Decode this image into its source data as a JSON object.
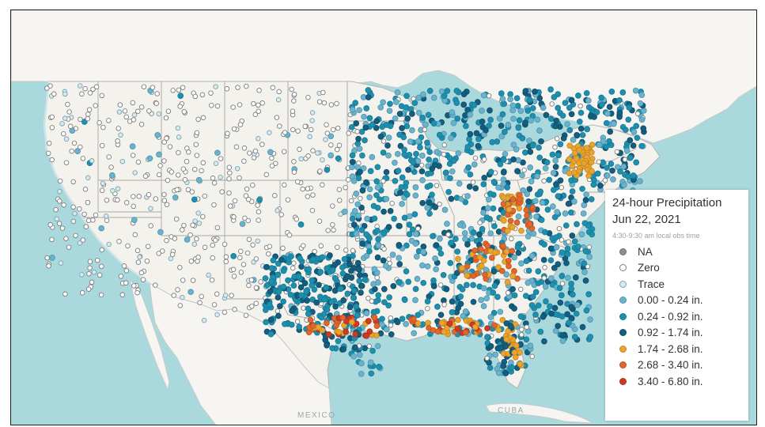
{
  "legend": {
    "title": "24-hour Precipitation",
    "date": "Jun 22, 2021",
    "subtitle": "4:30-9:30 am local obs time",
    "items": [
      {
        "label": "NA",
        "fill": "#8e8e8e",
        "stroke": "#6f6f6f"
      },
      {
        "label": "Zero",
        "fill": "#ffffff",
        "stroke": "#7d7d7d"
      },
      {
        "label": "Trace",
        "fill": "#d8e9ef",
        "stroke": "#7ea3b3"
      },
      {
        "label": "0.00 - 0.24 in.",
        "fill": "#6cb2ca",
        "stroke": "#4d98b3"
      },
      {
        "label": "0.24 - 0.92 in.",
        "fill": "#1f8fae",
        "stroke": "#187c97"
      },
      {
        "label": "0.92 - 1.74 in.",
        "fill": "#145e80",
        "stroke": "#0f4d69"
      },
      {
        "label": "1.74 - 2.68 in.",
        "fill": "#e9a431",
        "stroke": "#c98a22"
      },
      {
        "label": "2.68 - 3.40 in.",
        "fill": "#e0682c",
        "stroke": "#c2541f"
      },
      {
        "label": "3.40 - 6.80 in.",
        "fill": "#cf3a25",
        "stroke": "#ae2d1b"
      }
    ]
  },
  "map": {
    "labels": {
      "mexico": "MEXICO",
      "cuba": "CUBA"
    },
    "colors": {
      "water": "#a9d8dd",
      "land": "#f4f2ec",
      "border": "#a0a0a0",
      "foreign_land": "#f6f5f1"
    }
  }
}
